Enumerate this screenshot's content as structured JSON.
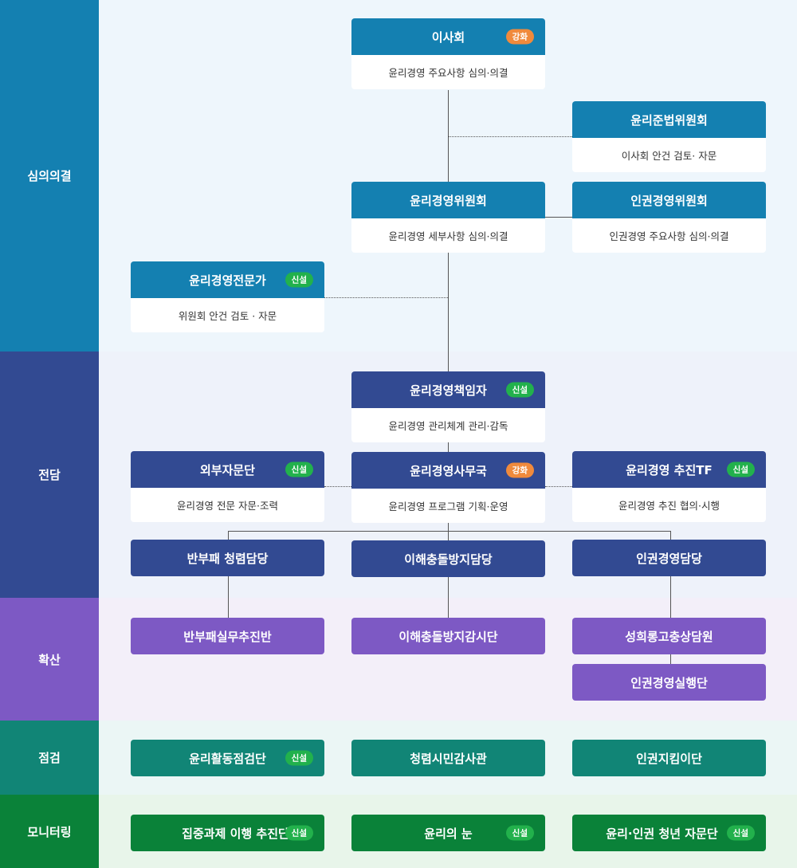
{
  "bands": {
    "deliberation": "심의의결",
    "dedicated": "전담",
    "spread": "확산",
    "inspection": "점검",
    "monitoring": "모니터링"
  },
  "badges": {
    "strengthen": "강화",
    "new": "신설"
  },
  "boxes": {
    "board": {
      "title": "이사회",
      "desc": "윤리경영 주요사항 심의·의결"
    },
    "compliance_committee": {
      "title": "윤리준법위원회",
      "desc": "이사회 안건 검토· 자문"
    },
    "ethics_committee": {
      "title": "윤리경영위원회",
      "desc": "윤리경영 세부사항 심의·의결"
    },
    "human_rights_committee": {
      "title": "인권경영위원회",
      "desc": "인권경영 주요사항 심의·의결"
    },
    "ethics_experts": {
      "title": "윤리경영전문가",
      "desc": "위원회 안건 검토 · 자문"
    },
    "ethics_officer": {
      "title": "윤리경영책임자",
      "desc": "윤리경영 관리체계 관리·감독"
    },
    "external_advisory": {
      "title": "외부자문단",
      "desc": "윤리경영 전문 자문·조력"
    },
    "ethics_office": {
      "title": "윤리경영사무국",
      "desc": "윤리경영 프로그램 기획·운영"
    },
    "ethics_tf": {
      "title": "윤리경영 추진TF",
      "desc": "윤리경영 추진 협의·시행"
    },
    "anticorruption": {
      "title": "반부패 청렴담당"
    },
    "conflict": {
      "title": "이해충돌방지담당"
    },
    "human_rights_dept": {
      "title": "인권경영담당"
    },
    "anticorruption_team": {
      "title": "반부패실무추진반"
    },
    "conflict_monitor": {
      "title": "이해충돌방지감시단"
    },
    "harassment_counselor": {
      "title": "성희롱고충상담원"
    },
    "human_rights_exec": {
      "title": "인권경영실행단"
    },
    "inspection_team": {
      "title": "윤리활동점검단"
    },
    "integrity_auditor": {
      "title": "청렴시민감사관"
    },
    "human_rights_guard": {
      "title": "인권지킴이단"
    },
    "focus_task_team": {
      "title": "집중과제 이행 추진단"
    },
    "ethics_eye": {
      "title": "윤리의 눈"
    },
    "youth_advisory": {
      "title": "윤리·인권 청년 자문단"
    }
  },
  "colors": {
    "blue": "#1480b1",
    "navy": "#324a92",
    "purple": "#7d59c4",
    "teal": "#118576",
    "green": "#0a8239",
    "badge_orange": "#f08a3c",
    "badge_green": "#22b14c"
  }
}
